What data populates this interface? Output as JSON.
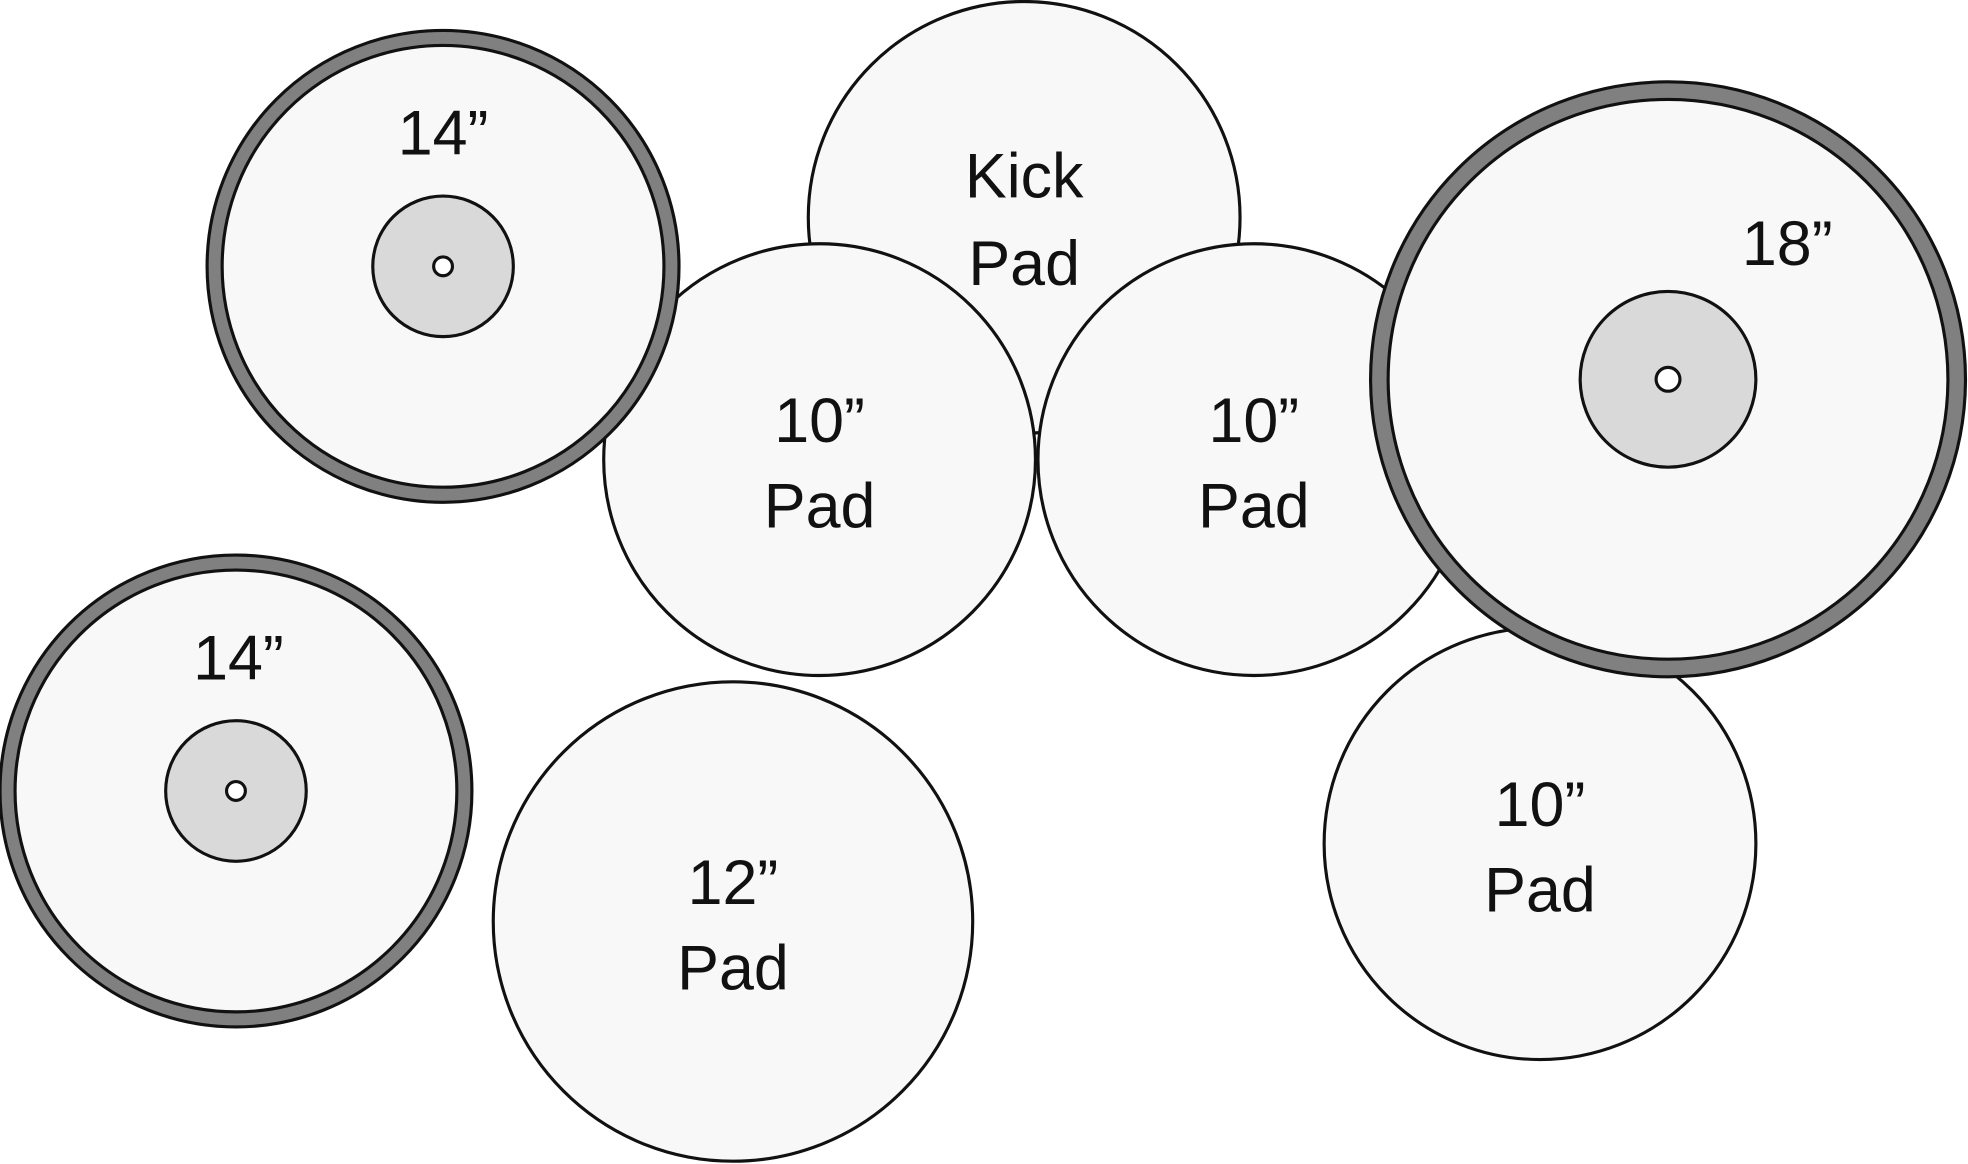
{
  "colors": {
    "pad_fill": "#f8f8f8",
    "cymbal_edge": "#808080",
    "bell_fill": "#d9d9d9",
    "outline": "#111111"
  },
  "pads": {
    "kick": {
      "line1": "Kick",
      "line2": "Pad"
    },
    "tom_left": {
      "line1": "10”",
      "line2": "Pad"
    },
    "tom_middle": {
      "line1": "10”",
      "line2": "Pad"
    },
    "tom_right": {
      "line1": "10”",
      "line2": "Pad"
    },
    "snare": {
      "line1": "12”",
      "line2": "Pad"
    }
  },
  "cymbals": {
    "top_left": {
      "label": "14”"
    },
    "bottom_left": {
      "label": "14”"
    },
    "right": {
      "label": "18”"
    }
  }
}
